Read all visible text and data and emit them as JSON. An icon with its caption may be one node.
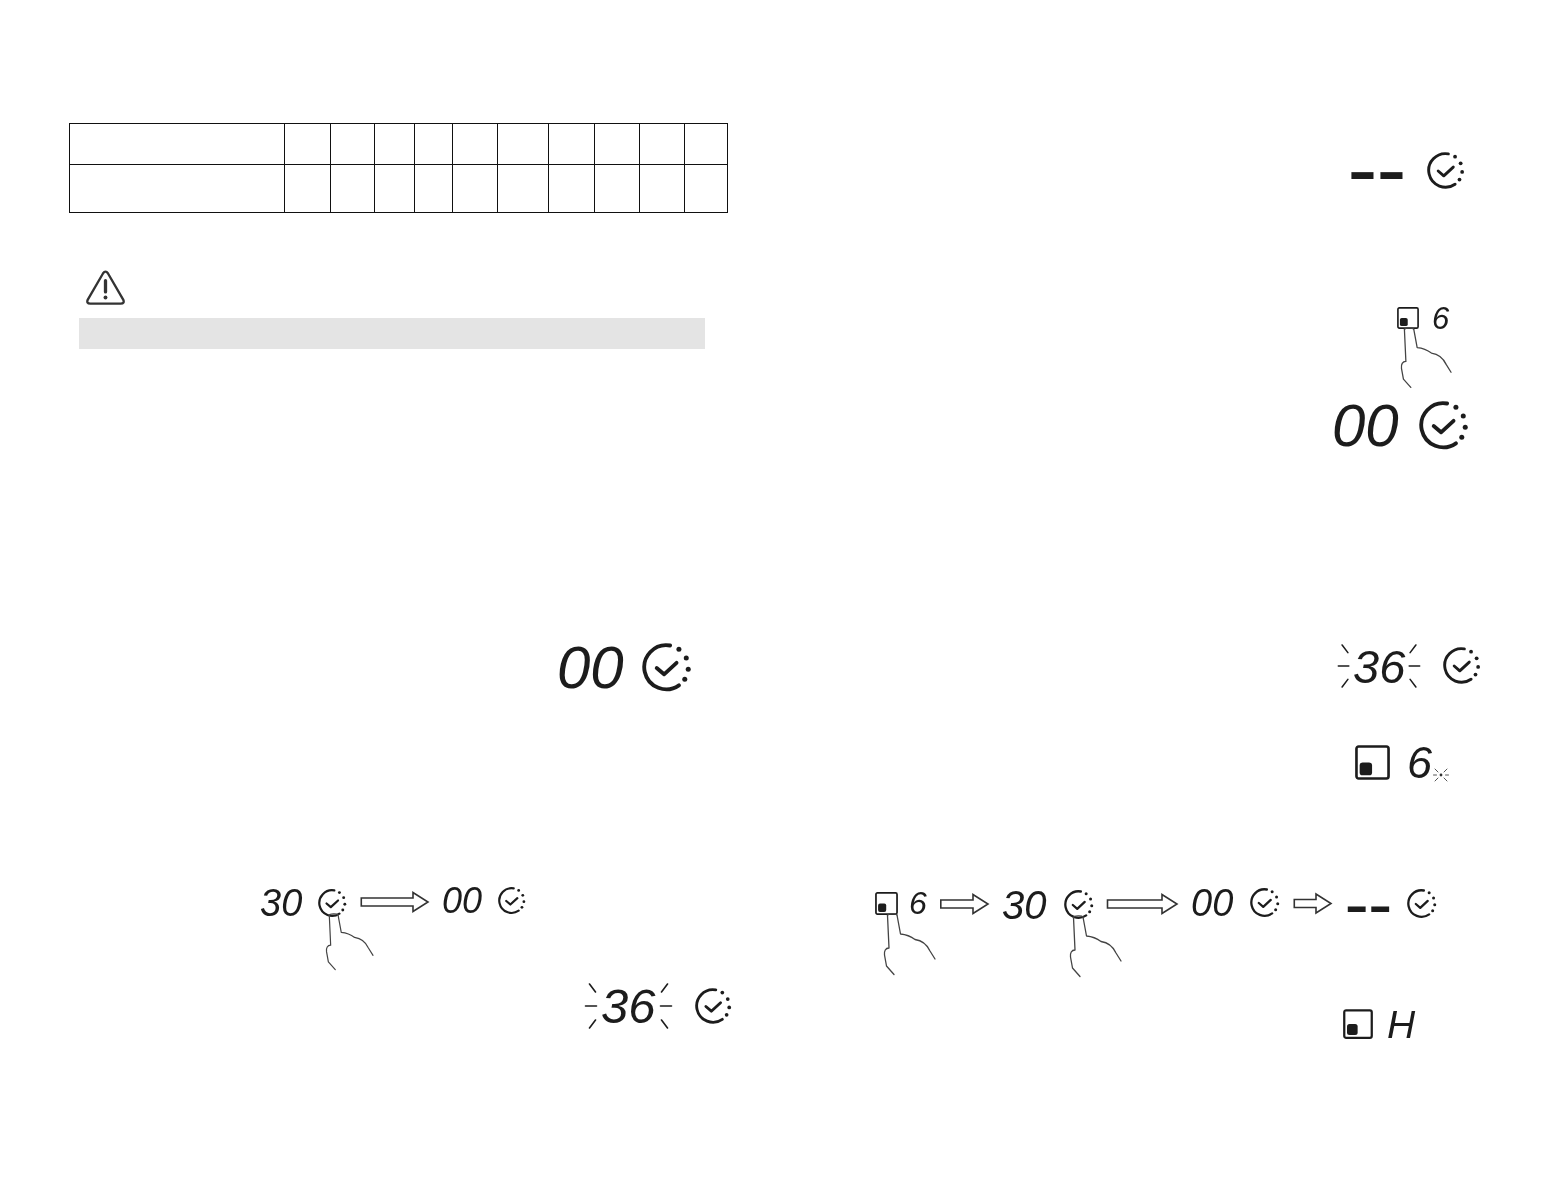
{
  "diagram": {
    "nodes": [
      {
        "text": [],
        "shape": "bar"
      },
      {
        "text": [
          "30"
        ]
      },
      {
        "text": [
          "00"
        ]
      },
      {
        "text": [
          "6"
        ]
      },
      {
        "text": [
          "30"
        ]
      },
      {
        "text": [
          "00"
        ]
      },
      {
        "text": [
          "--"
        ]
      }
    ],
    "edges": [
      {
        "from": 1,
        "to": 2,
        "arrow": "to"
      },
      {
        "from": 3,
        "to": 4,
        "arrow": "to"
      },
      {
        "from": 4,
        "to": 5,
        "arrow": "to"
      },
      {
        "from": 5,
        "to": 6,
        "arrow": "to"
      }
    ],
    "labels": [
      "00",
      "36",
      "--",
      "6",
      "00",
      "36",
      "6",
      "H"
    ]
  }
}
